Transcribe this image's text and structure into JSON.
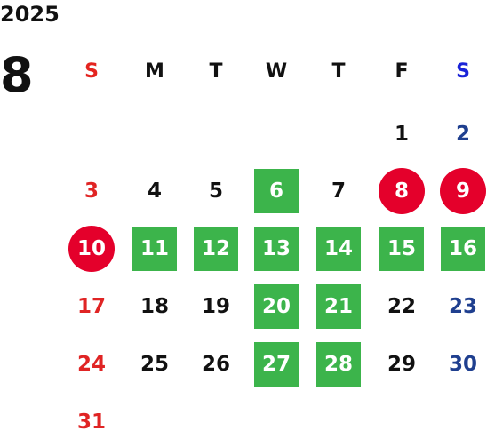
{
  "year": "2025",
  "month": "8",
  "colors": {
    "sunday": "#e02424",
    "saturday": "#1f3f8f",
    "weekday": "#111111",
    "green_highlight": "#3cb44b",
    "red_holiday": "#e4002b"
  },
  "weekdays": [
    {
      "label": "S",
      "type": "sun"
    },
    {
      "label": "M",
      "type": "default"
    },
    {
      "label": "T",
      "type": "default"
    },
    {
      "label": "W",
      "type": "default"
    },
    {
      "label": "T",
      "type": "default"
    },
    {
      "label": "F",
      "type": "default"
    },
    {
      "label": "S",
      "type": "sat"
    }
  ],
  "weeks": [
    [
      null,
      null,
      null,
      null,
      null,
      {
        "d": "1"
      },
      {
        "d": "2"
      }
    ],
    [
      {
        "d": "3"
      },
      {
        "d": "4"
      },
      {
        "d": "5"
      },
      {
        "d": "6",
        "hl": "green"
      },
      {
        "d": "7"
      },
      {
        "d": "8",
        "hl": "red"
      },
      {
        "d": "9",
        "hl": "red"
      }
    ],
    [
      {
        "d": "10",
        "hl": "red"
      },
      {
        "d": "11",
        "hl": "green"
      },
      {
        "d": "12",
        "hl": "green"
      },
      {
        "d": "13",
        "hl": "green"
      },
      {
        "d": "14",
        "hl": "green"
      },
      {
        "d": "15",
        "hl": "green"
      },
      {
        "d": "16",
        "hl": "green"
      }
    ],
    [
      {
        "d": "17"
      },
      {
        "d": "18"
      },
      {
        "d": "19"
      },
      {
        "d": "20",
        "hl": "green"
      },
      {
        "d": "21",
        "hl": "green"
      },
      {
        "d": "22"
      },
      {
        "d": "23"
      }
    ],
    [
      {
        "d": "24"
      },
      {
        "d": "25"
      },
      {
        "d": "26"
      },
      {
        "d": "27",
        "hl": "green"
      },
      {
        "d": "28",
        "hl": "green"
      },
      {
        "d": "29"
      },
      {
        "d": "30"
      }
    ],
    [
      {
        "d": "31"
      },
      null,
      null,
      null,
      null,
      null,
      null
    ]
  ]
}
